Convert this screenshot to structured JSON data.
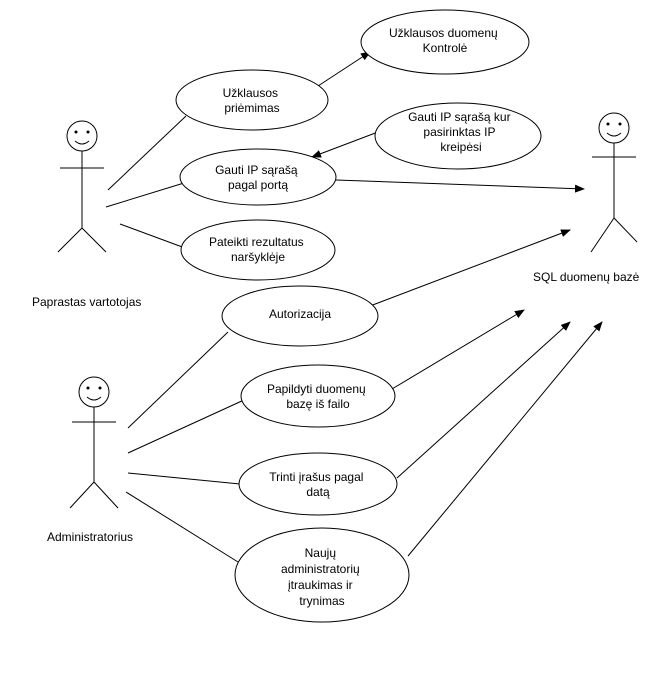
{
  "actors": {
    "user": {
      "label": "Paprastas vartotojas"
    },
    "db": {
      "label": "SQL duomenų bazė"
    },
    "admin": {
      "label": "Administratorius"
    }
  },
  "use_cases": {
    "control": {
      "lines": [
        "Užklausos duomenų",
        "Kontrolė"
      ]
    },
    "receive": {
      "lines": [
        "Užklausos",
        "priėmimas"
      ]
    },
    "iplist": {
      "lines": [
        "Gauti IP sąrašą kur",
        "pasirinktas IP",
        "kreipėsi"
      ]
    },
    "byport": {
      "lines": [
        "Gauti IP sąrašą",
        "pagal portą"
      ]
    },
    "browser": {
      "lines": [
        "Pateikti rezultatus",
        "naršyklėje"
      ]
    },
    "auth": {
      "lines": [
        "Autorizacija"
      ]
    },
    "import": {
      "lines": [
        "Papildyti duomenų",
        "bazę iš failo"
      ]
    },
    "delete": {
      "lines": [
        "Trinti įrašus pagal",
        "datą"
      ]
    },
    "newadmin": {
      "lines": [
        "Naujų",
        "administratorių",
        "įtraukimas ir",
        "trynimas"
      ]
    }
  }
}
